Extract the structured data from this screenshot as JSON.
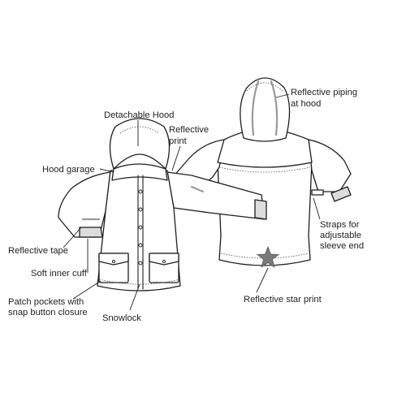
{
  "labels": {
    "detachable_hood": "Detachable Hood",
    "reflective_print": [
      "Reflective",
      "print"
    ],
    "hood_garage": "Hood garage",
    "reflective_tape": "Reflective tape",
    "soft_inner_cuff": "Soft inner cuff",
    "patch_pockets": [
      "Patch pockets with",
      "snap button closure"
    ],
    "snowlock": "Snowlock",
    "reflective_piping": [
      "Reflective piping",
      "at hood"
    ],
    "straps": [
      "Straps for",
      "adjustable",
      "sleeve end"
    ],
    "reflective_star": "Reflective star print"
  },
  "colors": {
    "outline": "#1e1e1e",
    "reflective_grey": "#9a9a9a",
    "star_grey": "#7a7a7a"
  },
  "icons": [
    "star-icon"
  ]
}
